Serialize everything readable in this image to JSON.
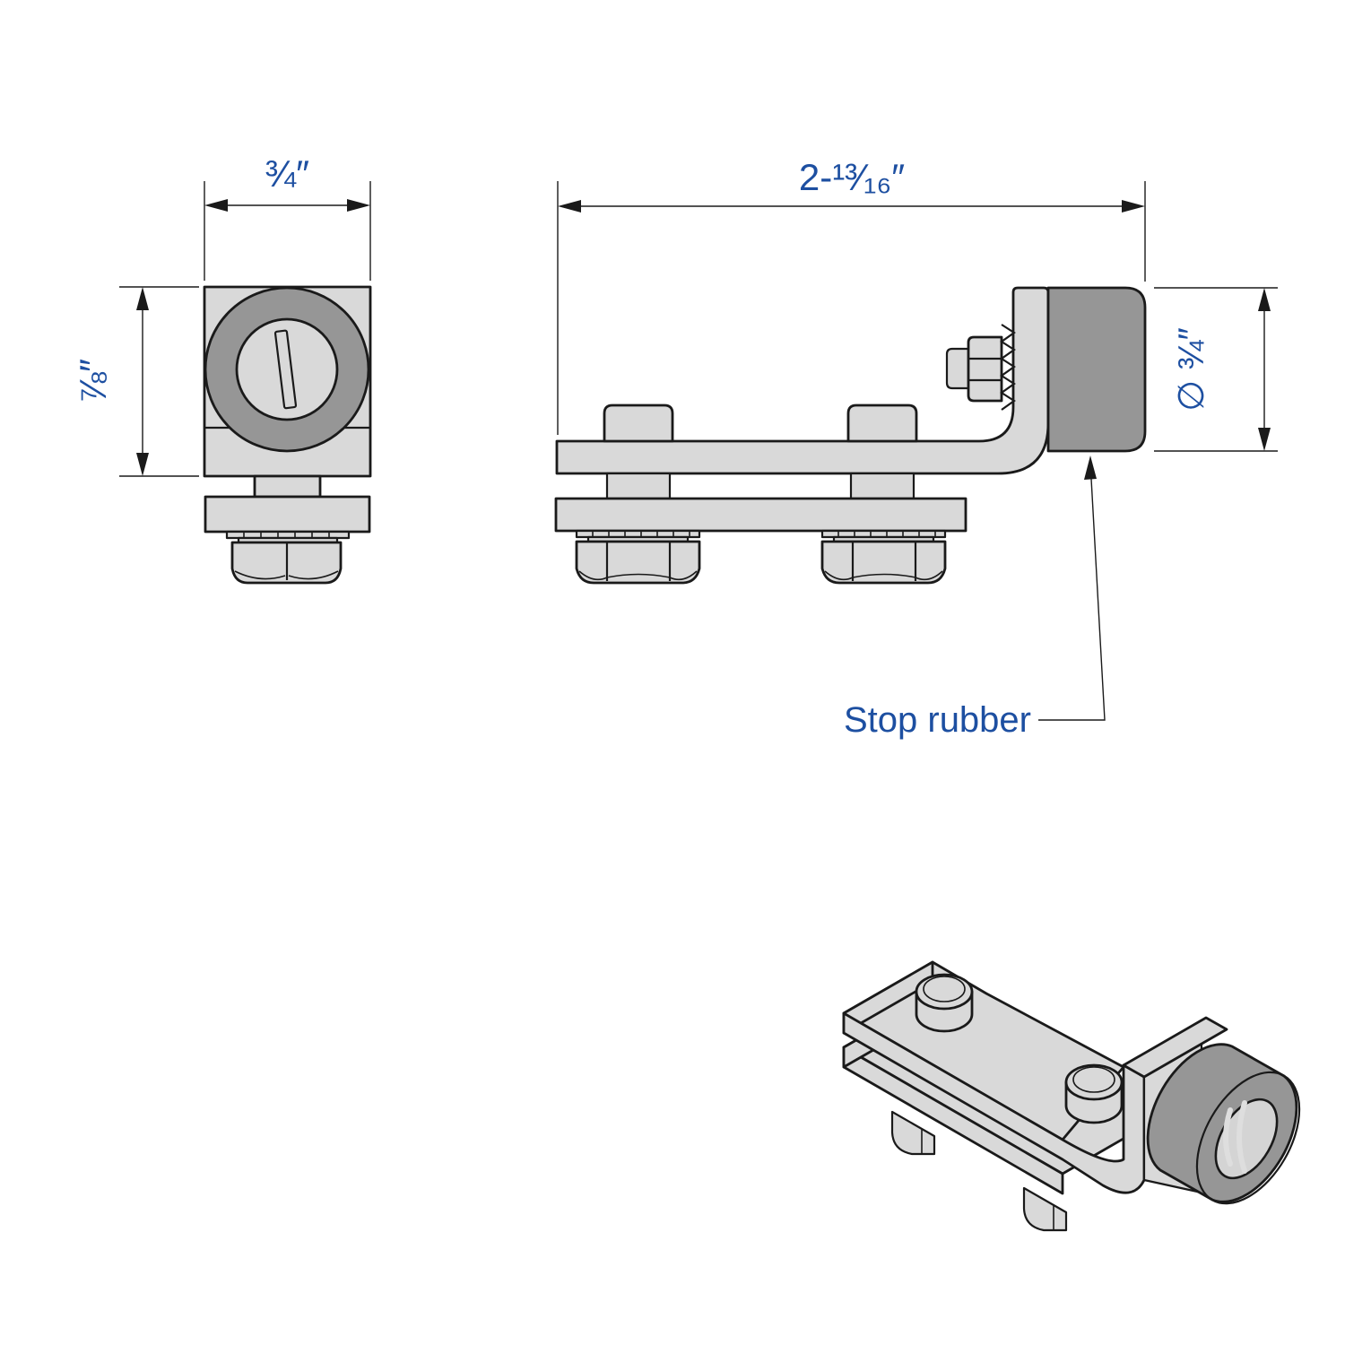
{
  "drawing": {
    "title": "gate-stop-bracket-technical-drawing",
    "dimensions": {
      "front_width": {
        "label": "¾″"
      },
      "front_height": {
        "label": "⅞″"
      },
      "side_length": {
        "label": "2-¹³⁄₁₆″"
      },
      "rubber_diameter": {
        "label": "∅ ¾″"
      }
    },
    "annotations": {
      "stop_rubber": {
        "label": "Stop rubber"
      }
    },
    "colors": {
      "background": "#ffffff",
      "part_fill": "#d9d9d9",
      "rubber_fill": "#969696",
      "outline": "#1a1a1a",
      "dimension_text": "#1d4fa1"
    }
  }
}
